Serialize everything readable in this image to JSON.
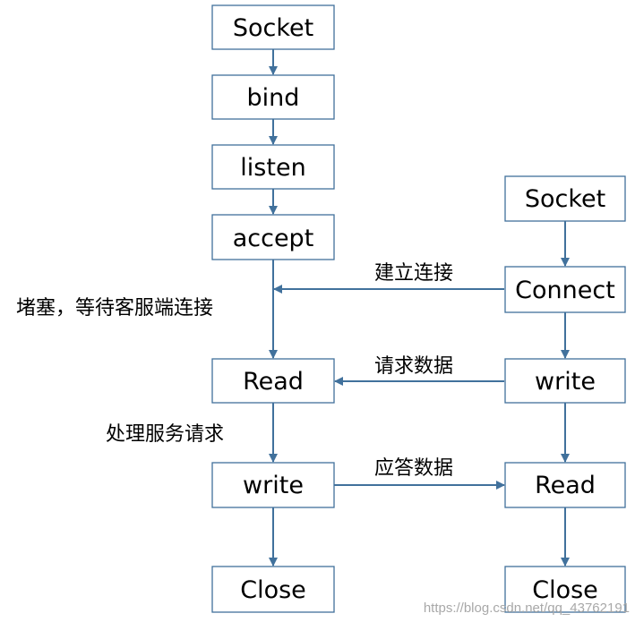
{
  "server": {
    "socket": "Socket",
    "bind": "bind",
    "listen": "listen",
    "accept": "accept",
    "read": "Read",
    "write": "write",
    "close": "Close"
  },
  "client": {
    "socket": "Socket",
    "connect": "Connect",
    "write": "write",
    "read": "Read",
    "close": "Close"
  },
  "labels": {
    "establish_connection": "建立连接",
    "blocking_wait": "堵塞，等待客服端连接",
    "request_data": "请求数据",
    "process_request": "处理服务请求",
    "response_data": "应答数据"
  },
  "watermark": "https://blog.csdn.net/qq_43762191",
  "colors": {
    "line": "#41719c",
    "box_border": "#41719c"
  }
}
